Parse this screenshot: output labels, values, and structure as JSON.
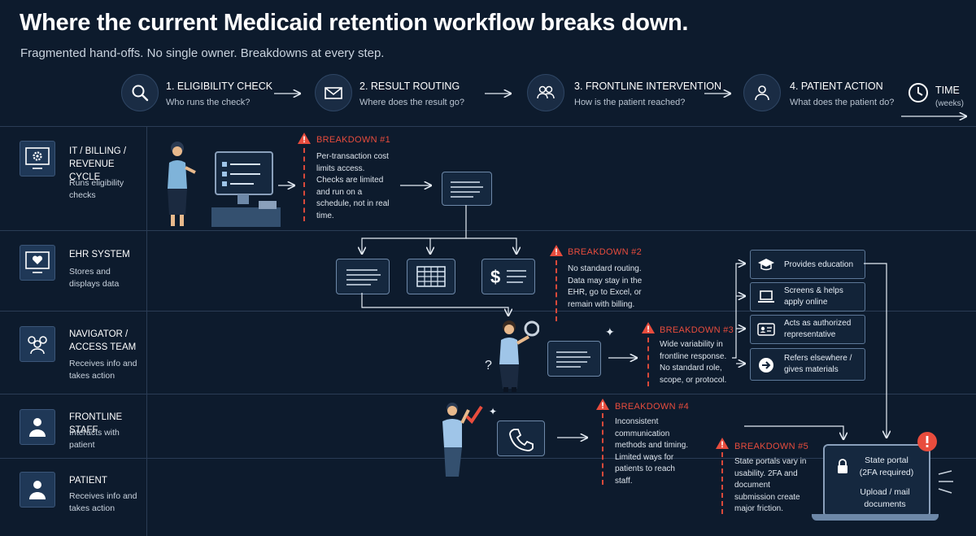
{
  "header": {
    "title": "Where the current Medicaid retention workflow breaks down.",
    "subtitle": "Fragmented hand-offs. No single owner. Breakdowns at every step."
  },
  "steps": [
    {
      "title": "1. ELIGIBILITY CHECK",
      "sub": "Who runs the check?",
      "icon": "magnifier-icon"
    },
    {
      "title": "2. RESULT ROUTING",
      "sub": "Where does the result go?",
      "icon": "envelope-icon"
    },
    {
      "title": "3. FRONTLINE INTERVENTION",
      "sub": "How is the patient reached?",
      "icon": "people-icon"
    },
    {
      "title": "4. PATIENT ACTION",
      "sub": "What does the patient do?",
      "icon": "person-icon"
    }
  ],
  "time": {
    "label": "TIME",
    "unit": "(weeks)",
    "icon": "clock-icon"
  },
  "lanes": [
    {
      "title": "IT / BILLING / REVENUE CYCLE",
      "desc": "Runs eligibility checks",
      "icon": "gear-monitor-icon"
    },
    {
      "title": "EHR SYSTEM",
      "desc": "Stores and displays data",
      "icon": "heart-monitor-icon"
    },
    {
      "title": "NAVIGATOR / ACCESS TEAM",
      "desc": "Receives info and takes action",
      "icon": "team-icon"
    },
    {
      "title": "FRONTLINE STAFF",
      "desc": "Interacts with patient",
      "icon": "person-icon"
    },
    {
      "title": "PATIENT",
      "desc": "Receives info and takes action",
      "icon": "person-icon"
    }
  ],
  "breakdowns": [
    {
      "title": "BREAKDOWN #1",
      "text": "Per-transaction cost limits access. Checks are limited and run on a schedule, not in real time."
    },
    {
      "title": "BREAKDOWN #2",
      "text": "No standard routing. Data may stay in the EHR, go to Excel, or remain with billing."
    },
    {
      "title": "BREAKDOWN #3",
      "text": "Wide variability in frontline response. No standard role, scope, or protocol."
    },
    {
      "title": "BREAKDOWN #4",
      "text": "Inconsistent communication methods and timing. Limited ways for patients to reach staff."
    },
    {
      "title": "BREAKDOWN #5",
      "text": "State portals vary in usability. 2FA and document submission create major friction."
    }
  ],
  "actions": [
    {
      "label": "Provides education",
      "icon": "graduation-cap-icon"
    },
    {
      "label": "Screens & helps apply online",
      "icon": "laptop-icon"
    },
    {
      "label": "Acts as authorized representative",
      "icon": "id-card-icon"
    },
    {
      "label": "Refers elsewhere / gives materials",
      "icon": "arrow-right-circle-icon"
    }
  ],
  "portal": {
    "title": "State portal",
    "note": "(2FA required)",
    "action": "Upload / mail documents"
  },
  "colors": {
    "background": "#0d1b2d",
    "breakdown": "#e84c3d",
    "accent": "#6fa8dc",
    "node_border": "#6d88a8"
  }
}
